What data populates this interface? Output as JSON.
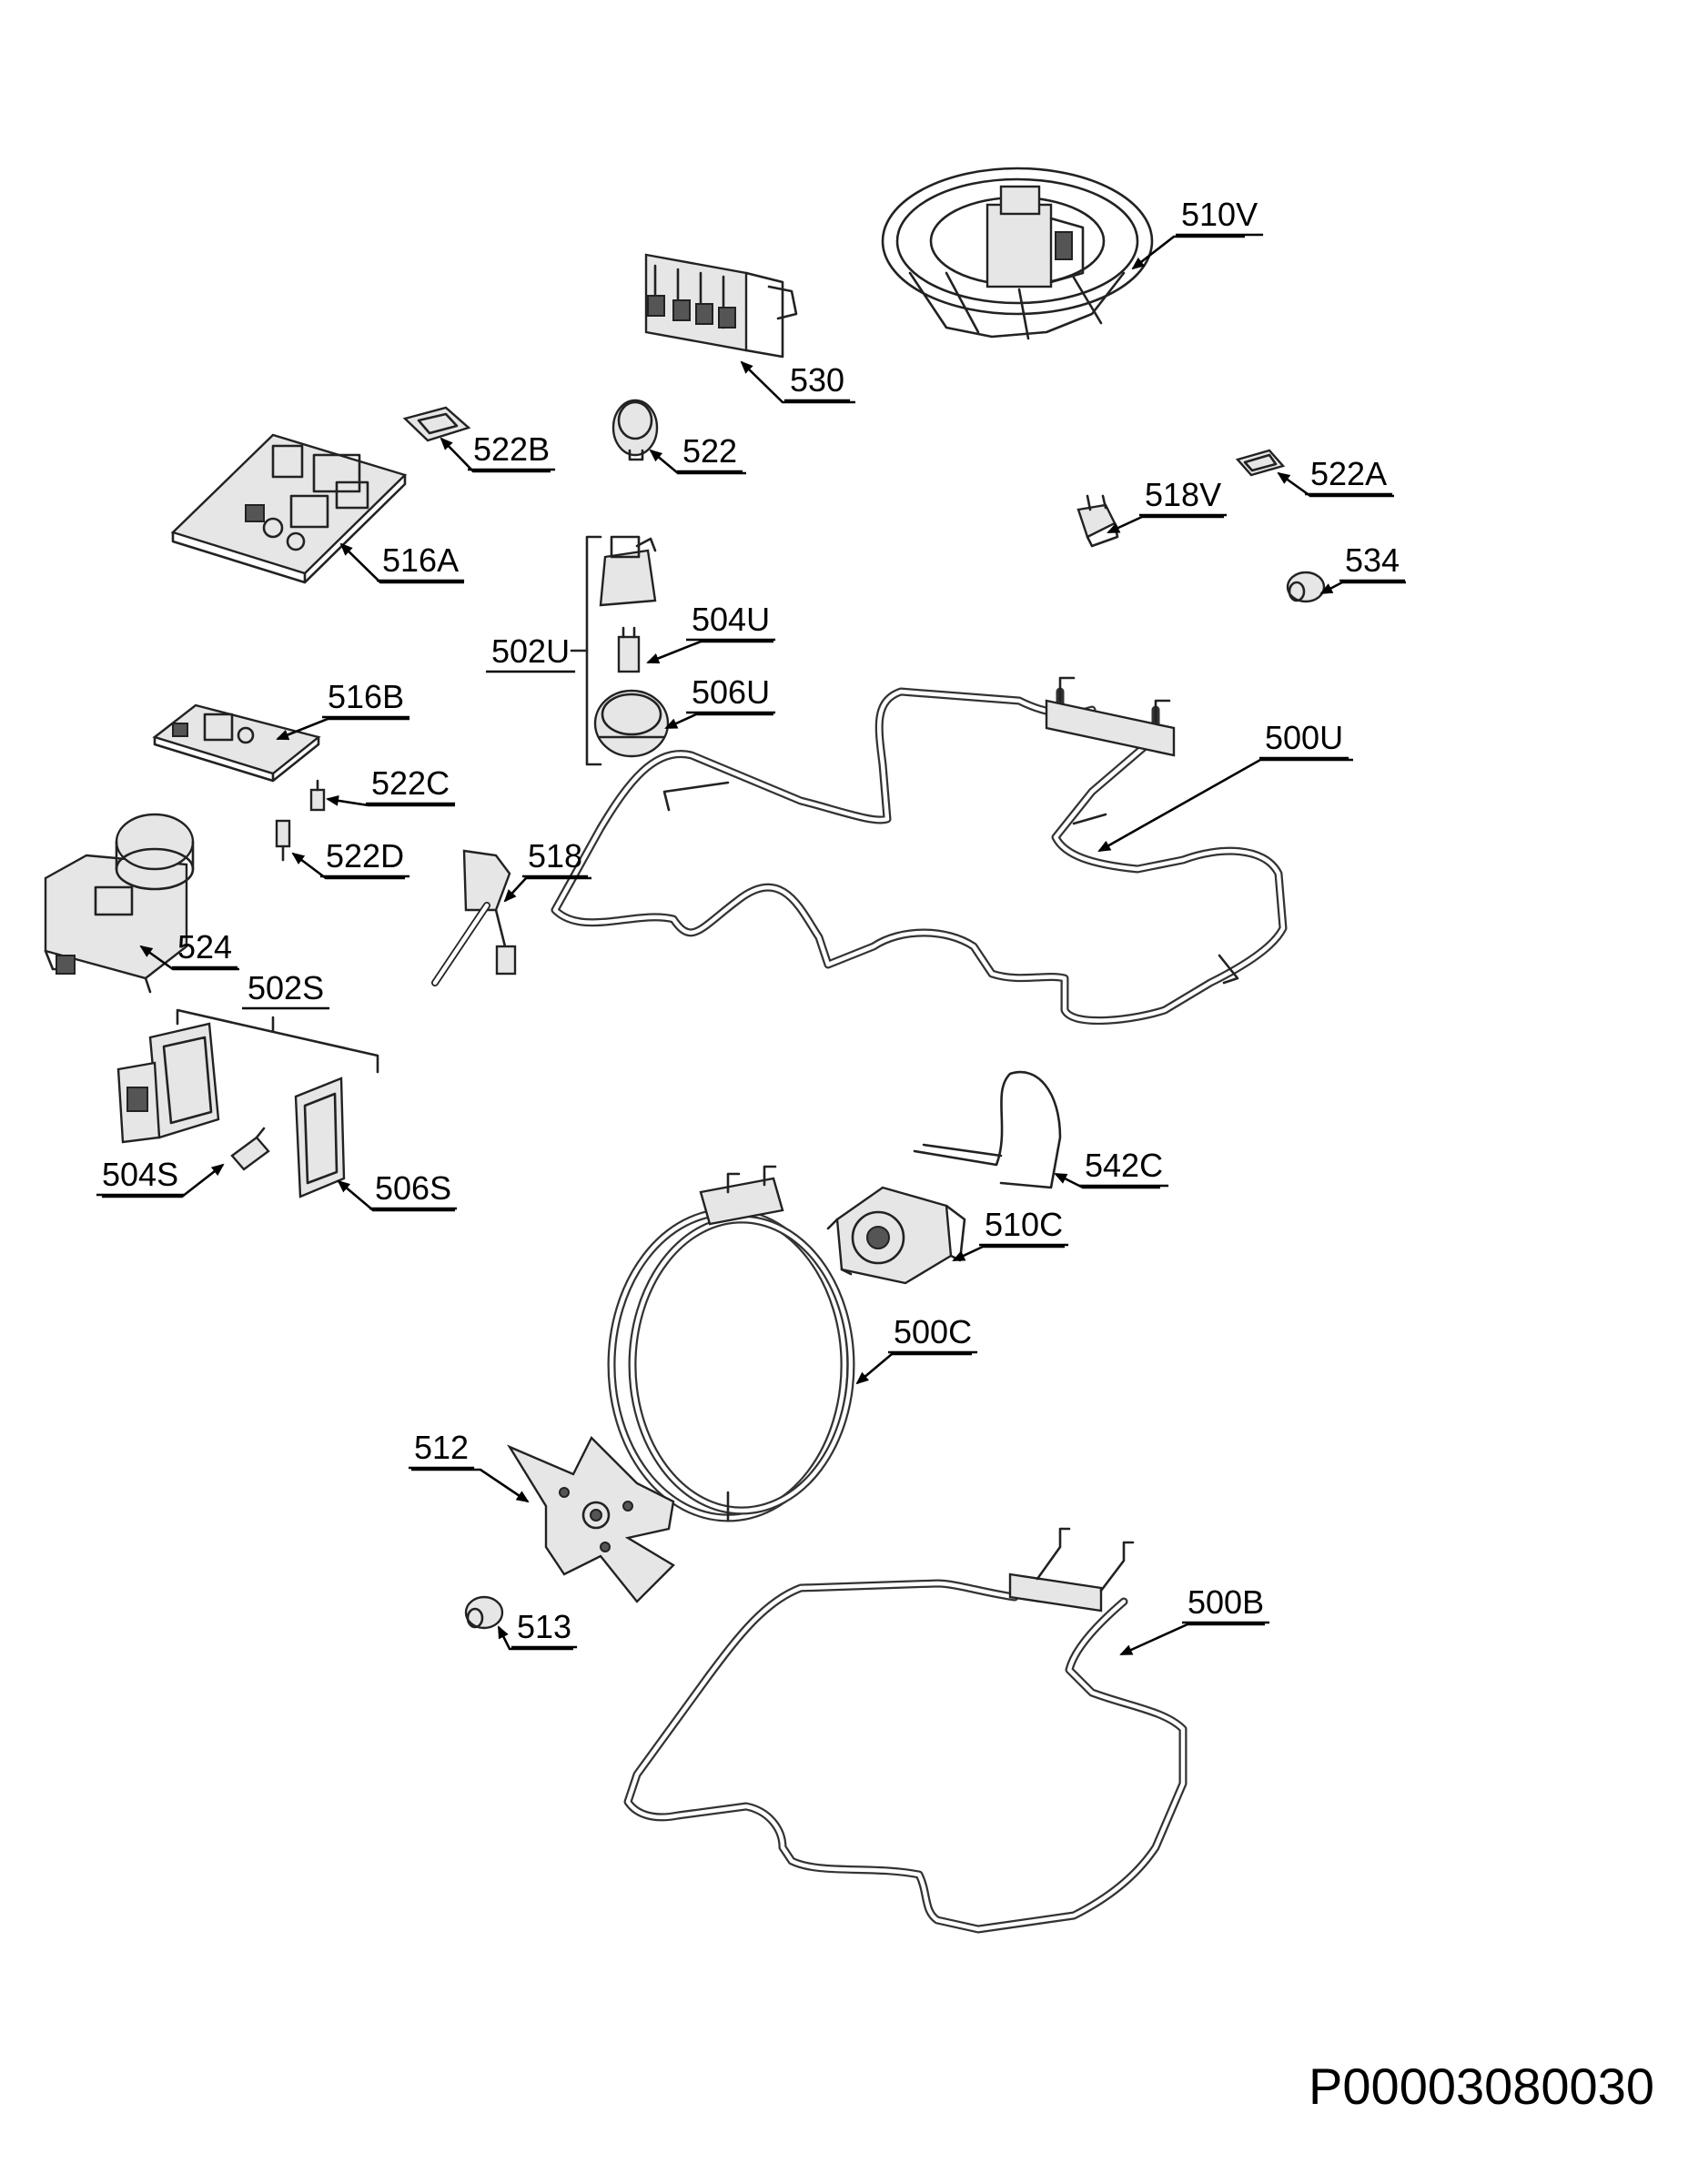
{
  "document_id": "P00003080030",
  "labels": {
    "p510V": "510V",
    "p530": "530",
    "p522B": "522B",
    "p522": "522",
    "p516A": "516A",
    "p522A": "522A",
    "p518V": "518V",
    "p534": "534",
    "p502U": "502U",
    "p504U": "504U",
    "p506U": "506U",
    "p516B": "516B",
    "p500U": "500U",
    "p522C": "522C",
    "p522D": "522D",
    "p518": "518",
    "p524": "524",
    "p502S": "502S",
    "p504S": "504S",
    "p506S": "506S",
    "p542C": "542C",
    "p510C": "510C",
    "p500C": "500C",
    "p512": "512",
    "p513": "513",
    "p500B": "500B"
  }
}
